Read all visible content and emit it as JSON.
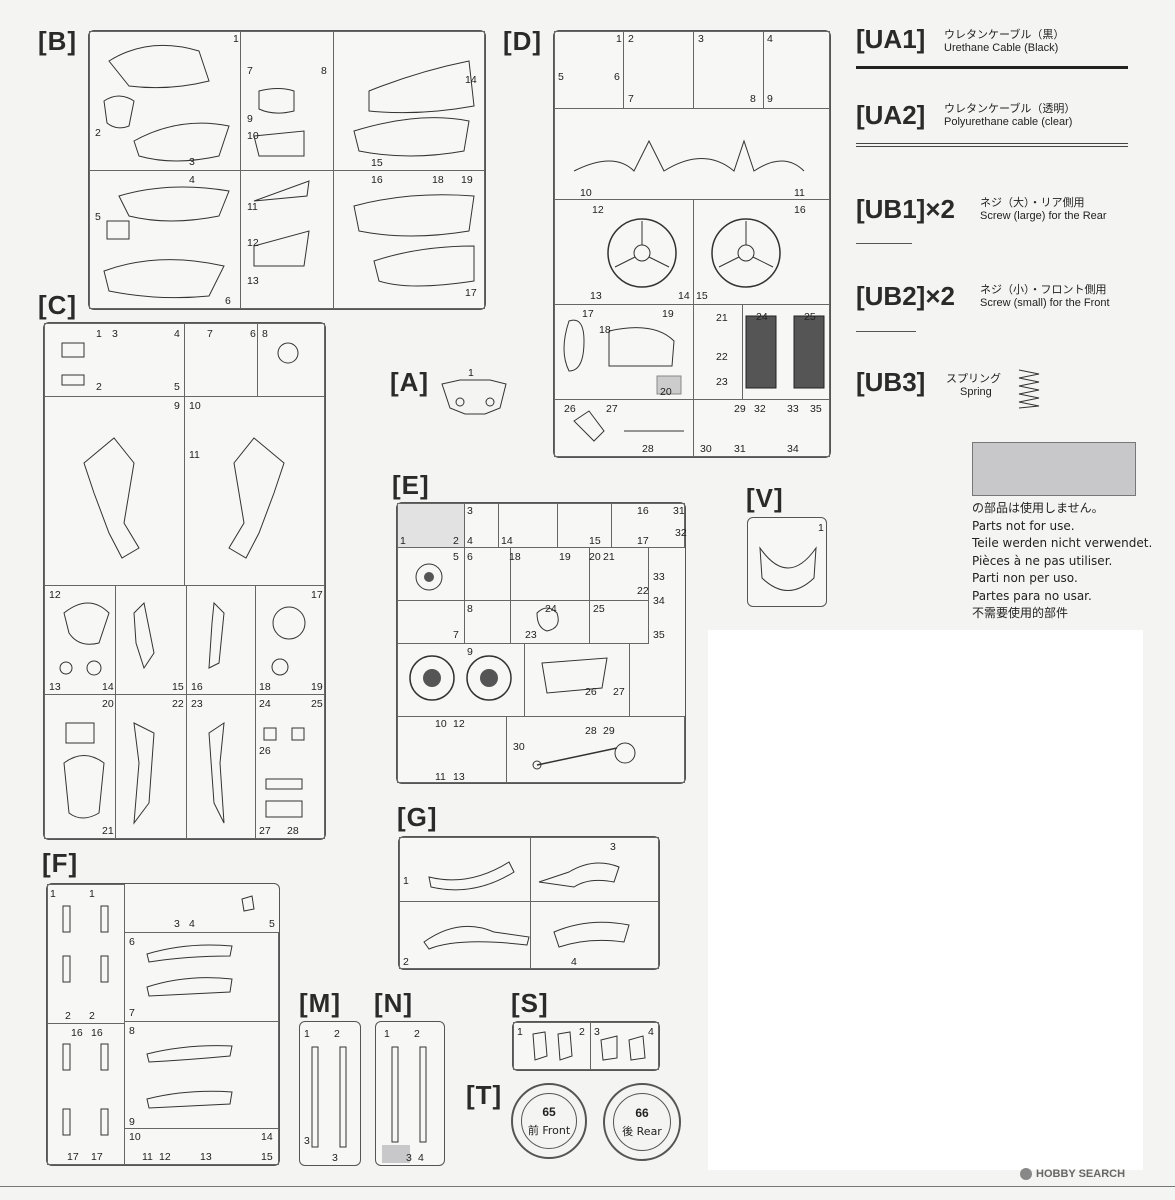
{
  "sprues": {
    "B": {
      "label": "[B]",
      "nums": [
        "1",
        "2",
        "3",
        "4",
        "5",
        "6",
        "7",
        "8",
        "9",
        "10",
        "11",
        "12",
        "13",
        "14",
        "15",
        "16",
        "17",
        "18",
        "19"
      ]
    },
    "C": {
      "label": "[C]",
      "nums": [
        "1",
        "2",
        "3",
        "4",
        "5",
        "6",
        "7",
        "8",
        "9",
        "10",
        "11",
        "12",
        "13",
        "14",
        "15",
        "16",
        "17",
        "18",
        "19",
        "20",
        "21",
        "22",
        "23",
        "24",
        "25",
        "26",
        "27",
        "28"
      ]
    },
    "A": {
      "label": "[A]",
      "nums": [
        "1"
      ]
    },
    "D": {
      "label": "[D]",
      "nums": [
        "1",
        "2",
        "3",
        "4",
        "5",
        "6",
        "7",
        "8",
        "9",
        "10",
        "11",
        "12",
        "13",
        "14",
        "15",
        "16",
        "17",
        "18",
        "19",
        "20",
        "21",
        "22",
        "23",
        "24",
        "25",
        "26",
        "27",
        "28",
        "29",
        "30",
        "31",
        "32",
        "33",
        "34",
        "35"
      ]
    },
    "E": {
      "label": "[E]",
      "nums": [
        "1",
        "2",
        "3",
        "4",
        "5",
        "6",
        "7",
        "8",
        "9",
        "10",
        "11",
        "12",
        "13",
        "14",
        "15",
        "16",
        "17",
        "18",
        "19",
        "20",
        "21",
        "22",
        "23",
        "24",
        "25",
        "26",
        "27",
        "28",
        "29",
        "30",
        "31",
        "32",
        "33",
        "34",
        "35"
      ]
    },
    "V": {
      "label": "[V]",
      "nums": [
        "1"
      ]
    },
    "F": {
      "label": "[F]",
      "nums": [
        "1",
        "2",
        "3",
        "4",
        "5",
        "6",
        "7",
        "8",
        "9",
        "10",
        "11",
        "12",
        "13",
        "14",
        "15",
        "16",
        "17"
      ]
    },
    "G": {
      "label": "[G]",
      "nums": [
        "1",
        "2",
        "3",
        "4"
      ]
    },
    "M": {
      "label": "[M]",
      "nums": [
        "1",
        "2",
        "3"
      ]
    },
    "N": {
      "label": "[N]",
      "nums": [
        "1",
        "2",
        "3",
        "4"
      ]
    },
    "S": {
      "label": "[S]",
      "nums": [
        "1",
        "2",
        "3",
        "4"
      ]
    },
    "T": {
      "label": "[T]"
    }
  },
  "legend": {
    "ua1": {
      "code": "[UA1]",
      "jp": "ウレタンケーブル（黒）",
      "en": "Urethane Cable (Black)"
    },
    "ua2": {
      "code": "[UA2]",
      "jp": "ウレタンケーブル（透明）",
      "en": "Polyurethane cable (clear)"
    },
    "ub1": {
      "code": "[UB1]×2",
      "jp": "ネジ（大）・リア側用",
      "en": "Screw (large) for the Rear"
    },
    "ub2": {
      "code": "[UB2]×2",
      "jp": "ネジ（小）・フロント側用",
      "en": "Screw (small) for the Front"
    },
    "ub3": {
      "code": "[UB3]",
      "jp": "スプリング",
      "en": "Spring"
    }
  },
  "not_used": {
    "swatch_color": "#c8c8ca",
    "lines": [
      "の部品は使用しません。",
      "Parts not for use.",
      "Teile werden nicht verwendet.",
      "Pièces à ne pas utiliser.",
      "Parti non per uso.",
      "Partes para no usar.",
      "不需要使用的部件"
    ]
  },
  "tires": {
    "front": {
      "num": "65",
      "label": "前 Front"
    },
    "rear": {
      "num": "66",
      "label": "後 Rear"
    }
  },
  "watermark": "HOBBY SEARCH"
}
